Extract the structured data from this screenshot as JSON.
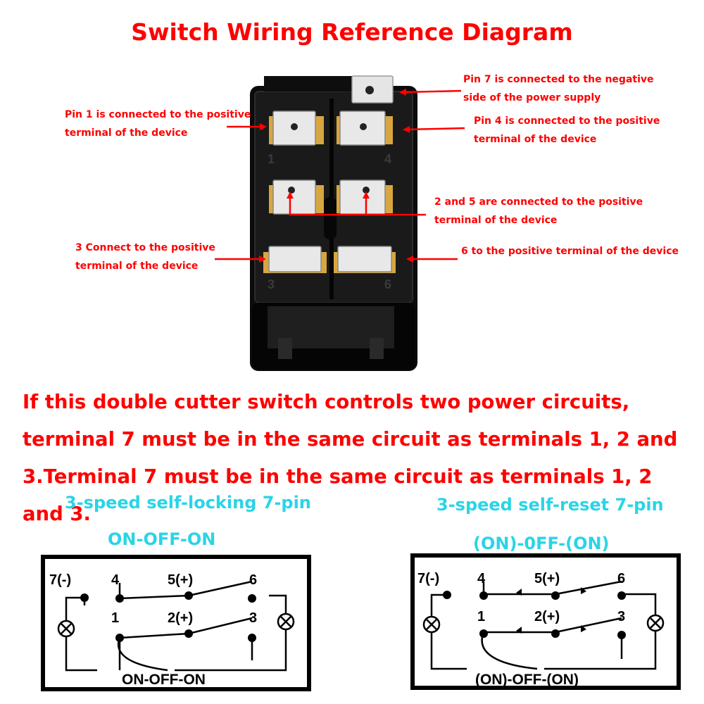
{
  "title": "Switch Wiring Reference Diagram",
  "annotations": {
    "pin7": [
      "Pin 7 is connected to the negative",
      "side of the power supply"
    ],
    "pin1": [
      "Pin 1 is connected to the positive",
      "terminal of the device"
    ],
    "pin4": [
      "Pin 4 is connected to the positive",
      "terminal of the device"
    ],
    "pin25": [
      "2 and 5 are connected to the positive",
      "terminal of the device"
    ],
    "pin3": [
      "3 Connect to the positive",
      "terminal of the device"
    ],
    "pin6": "6 to the positive terminal of the device"
  },
  "switch_pin_numbers": [
    "1",
    "4",
    "3",
    "6"
  ],
  "note": "If this double cutter switch controls two power circuits, terminal 7 must be in the same circuit as terminals 1, 2 and 3.Terminal 7 must be in the same circuit as terminals 1, 2 and 3.",
  "left_diagram": {
    "heading": "3-speed self-locking 7-pin",
    "mode": "ON-OFF-ON",
    "labels": {
      "p7": "7(-)",
      "p4": "4",
      "p5": "5(+)",
      "p6": "6",
      "p1": "1",
      "p2": "2(+)",
      "p3": "3"
    },
    "footer": "ON-OFF-ON"
  },
  "right_diagram": {
    "heading": "3-speed self-reset 7-pin",
    "mode": "(ON)-0FF-(ON)",
    "labels": {
      "p7": "7(-)",
      "p4": "4",
      "p5": "5(+)",
      "p6": "6",
      "p1": "1",
      "p2": "2(+)",
      "p3": "3"
    },
    "footer": "(ON)-OFF-(ON)"
  },
  "colors": {
    "annotation": "#ff0000",
    "heading": "#2ad4e6",
    "panel": "#000000"
  }
}
